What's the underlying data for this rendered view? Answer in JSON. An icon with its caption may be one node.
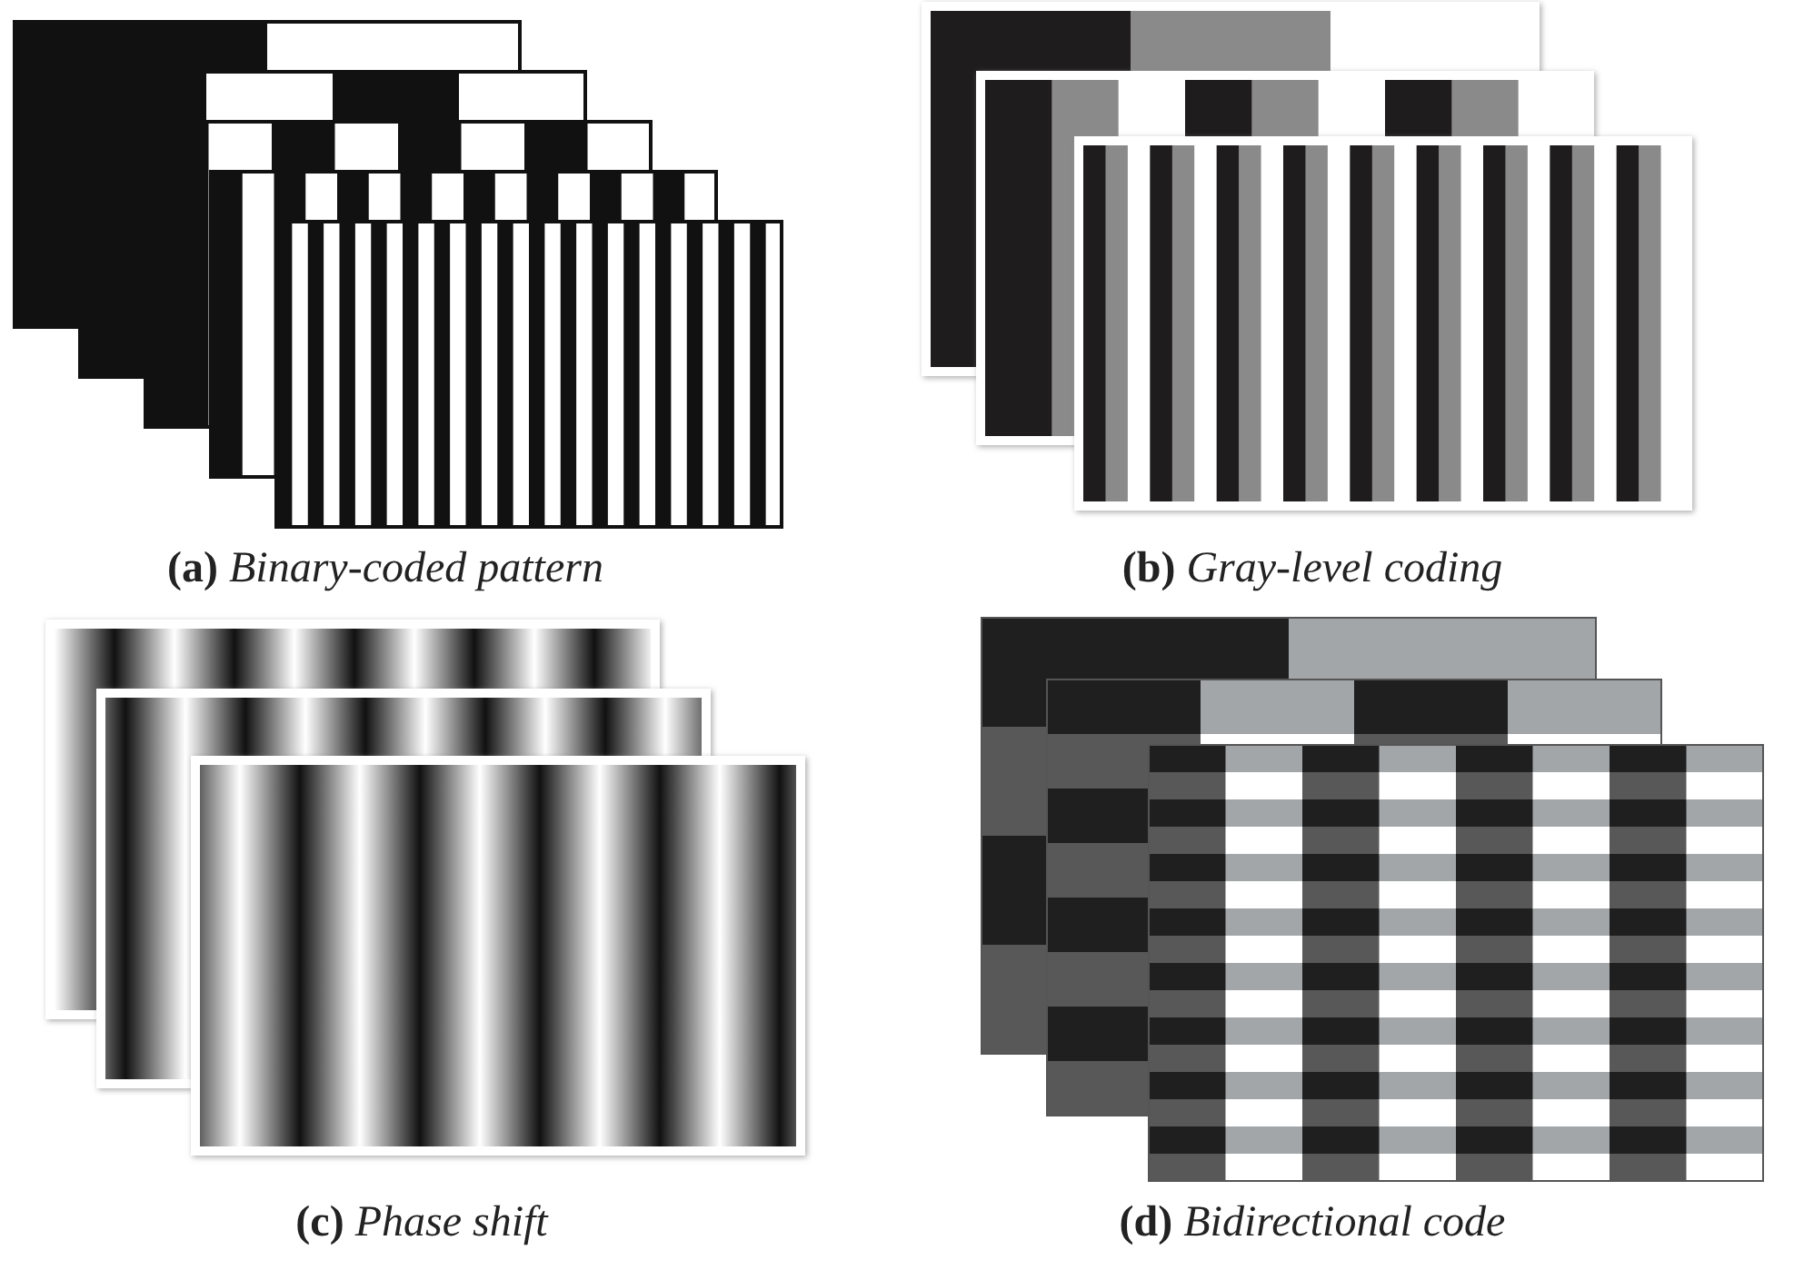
{
  "diagram": {
    "labels": [
      "**(a)** *Binary-coded pattern*",
      "**(b)** *Gray-level coding*",
      "**(c)** *Phase shift*",
      "**(d)** *Bidirectional code*"
    ]
  }
}
